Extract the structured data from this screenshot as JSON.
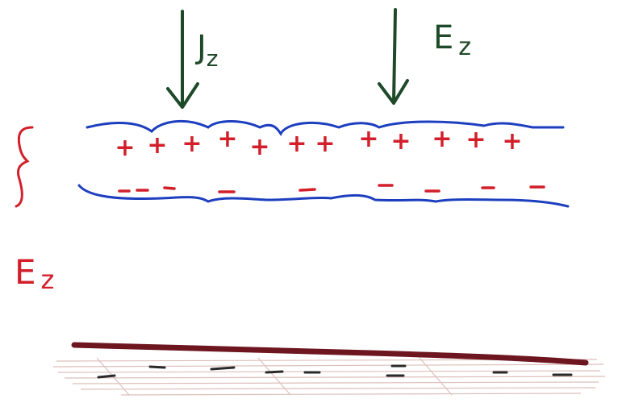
{
  "labels": {
    "current_density": {
      "main": "J",
      "sub": "z"
    },
    "field_top": {
      "main": "E",
      "sub": "z"
    },
    "field_left": {
      "main": "E",
      "sub": "z"
    }
  },
  "charges": {
    "positive_symbol": "+",
    "negative_symbol": "–"
  },
  "colors": {
    "arrow": "#1f4a2a",
    "label_green": "#1f4a2a",
    "boundary": "#1d3fbf",
    "charge": "#d21f2a",
    "brace": "#d21f2a",
    "ground": "#6e1620",
    "ground_shade": "#d9b9b3",
    "ground_charge": "#2a2a2a"
  },
  "icons": {
    "brace": "curly-brace-icon",
    "arrow": "down-arrow-icon"
  }
}
